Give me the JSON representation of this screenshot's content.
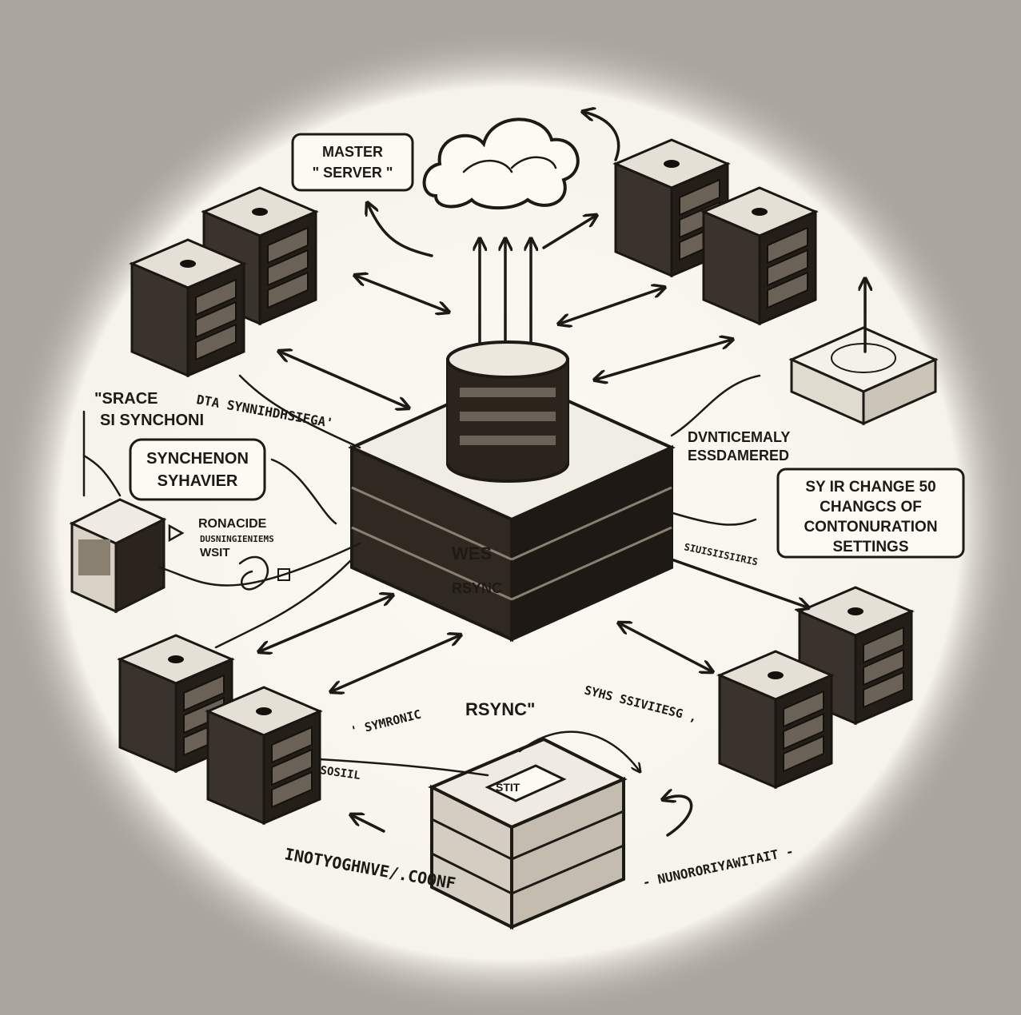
{
  "labels": {
    "master_server_line1": "MASTER",
    "master_server_line2": "\" SERVER \"",
    "space_line1": "\"SRACE",
    "space_line2": "SI SYNCHONI",
    "data_sync": "DTA SYNNIHDHSIEGA'",
    "synch_box_line1": "SYNCHENON",
    "synch_box_line2": "SYHAVIER",
    "ronacide_line1": "RONACIDE",
    "ronacide_line2": "DUSNINGIENIEMS",
    "ronacide_line3": "WSIT",
    "dynamically_line1": "DVNTICEMALY",
    "dynamically_line2": "ESSDAMERED",
    "config_box_line1": "SY IR CHANGE 50",
    "config_box_line2": "CHANGCS OF",
    "config_box_line3": "CONTONURATION",
    "config_box_line4": "SETTINGS",
    "right_small": "SIUISIISIIRIS",
    "rsync": "RSYNC\"",
    "synchronic": "' SYMRONIC",
    "sync_services": "SYHS SSIVIIESG ,",
    "left_small": "SOSIIL",
    "config_file": "INOTYOGHNVE/.COONF",
    "bottom_right": "- NUNORORIYAWITAIT -",
    "hub_front_1": "WES",
    "hub_front_2": "RSYNC",
    "bottom_box": "STIT"
  },
  "icons": {
    "cloud": "cloud-icon",
    "server": "server-icon",
    "hub": "database-hub-icon",
    "router": "router-icon"
  },
  "colors": {
    "background": "#aaa69e",
    "ink": "#1d1a15",
    "paper": "#fbfaf3",
    "server_dark": "#3a332b"
  }
}
